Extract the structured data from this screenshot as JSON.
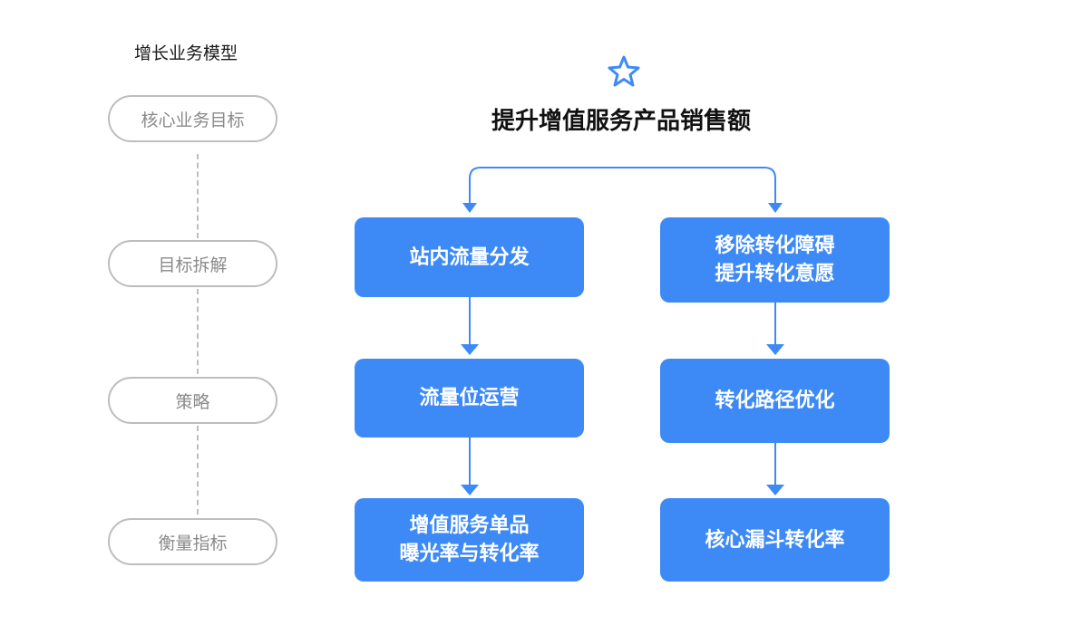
{
  "title": "增长业务模型",
  "stages": {
    "goal": "核心业务目标",
    "breakdown": "目标拆解",
    "strategy": "策略",
    "metrics": "衡量指标"
  },
  "goal_text": "提升增值服务产品销售额",
  "left_column": {
    "breakdown": "站内流量分发",
    "strategy": "流量位运营",
    "metric_line1": "增值服务单品",
    "metric_line2": "曝光率与转化率"
  },
  "right_column": {
    "breakdown_line1": "移除转化障碍",
    "breakdown_line2": "提升转化意愿",
    "strategy": "转化路径优化",
    "metric": "核心漏斗转化率"
  },
  "colors": {
    "accent": "#3d8af7",
    "pill_border": "#bdbdbd",
    "pill_text": "#8a8a8a"
  },
  "icons": {
    "goal": "star-icon"
  }
}
